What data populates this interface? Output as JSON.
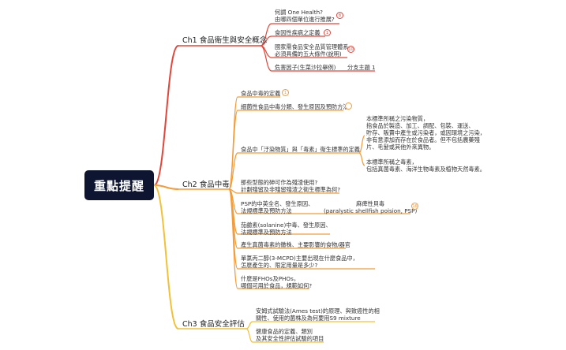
{
  "root": {
    "label": "重點提醒"
  },
  "colors": {
    "ch1": "#e0473a",
    "ch2": "#f29c3a",
    "ch3": "#f2c13a",
    "root_bg": "#0d1530"
  },
  "chapters": [
    {
      "label": "Ch1 食品衛生與安全概念",
      "items": [
        {
          "text": "何謂 One Health?\n由哪四個單位進行推展?",
          "badge": "8"
        },
        {
          "text": "食因性疾病之定義",
          "badge": "1"
        },
        {
          "text": "國家需食品安全品質管理體系\n必須具備的五大條件(說明)",
          "badge": "10"
        },
        {
          "text": "危害因子(生菜沙拉舉例)",
          "sub": "分支主題 1"
        }
      ]
    },
    {
      "label": "Ch2 食品中毒",
      "items": [
        {
          "text": "食品中毒的定義",
          "badge": "1"
        },
        {
          "text": "細菌性食品中毒分類、發生原因及預防方法"
        },
        {
          "text": "食品中「汙染物質」與「毒素」衛生標準的定義",
          "details": [
            "本標準所稱之污染物質，\n指食品於製造、加工、調配、包裝、運送、\n貯存、販賣中產生或污染者，或因環境之污染，\n非有意添加而存在於食品者。但不包括農藥殘\n片、毛髮或其他外來異物。",
            "本標準所稱之毒素，\n包括真菌毒素、海洋生物毒素及植物天然毒素。"
          ]
        },
        {
          "text": "那些型態的砷可作為殘渣使用?\n計劃殘留及非殘留殘渣之衛生標準為何?"
        },
        {
          "text": "PSP的中英全名、發生原因、\n法規標準及預防方法",
          "sub": "麻痺性貝毒\n(paralystic shellfish poision, PSP)",
          "badge": "16"
        },
        {
          "text": "茄鹼素(solanine)中毒、發生原因、\n法規標準及預防方法"
        },
        {
          "text": "產生真菌毒素的黴株、主要影響的食物/器官"
        },
        {
          "text": "單氯丙二醇(3-MCPD)主要出現在什麼食品中，\n怎麼產生的、限定用量是多少?"
        },
        {
          "text": "什麼是FHOs及PHOs，\n哪個可用於食品，規範如何?"
        }
      ]
    },
    {
      "label": "Ch3 食品安全評估",
      "items": [
        {
          "text": "安姆式試驗法(Ames test)的原理、與致癌性的相\n關性、使用的菌株及為何要用S9 mixture"
        },
        {
          "text": "健康食品的定義、類別\n及其安全性評估試驗的項目"
        }
      ]
    }
  ]
}
